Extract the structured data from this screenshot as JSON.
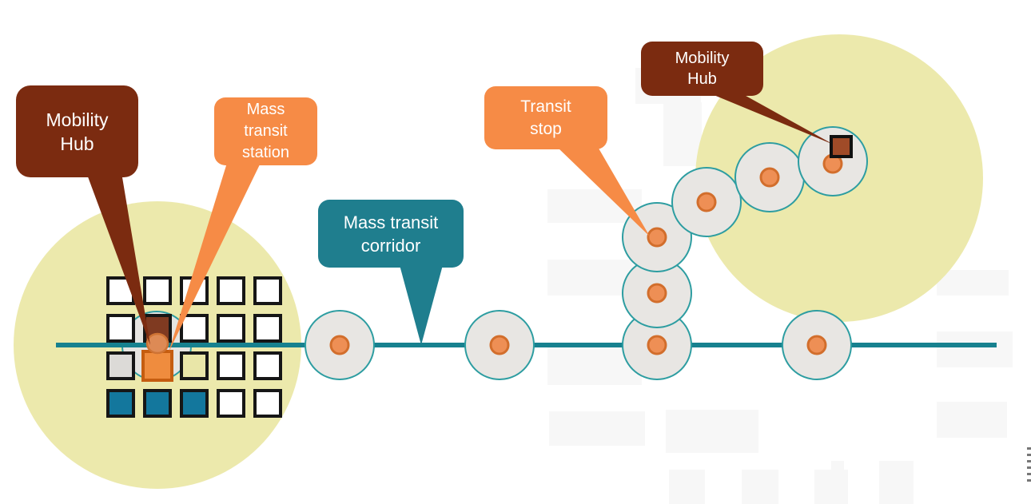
{
  "callouts": {
    "mobility_hub_left": {
      "lines": [
        "Mobility",
        "Hub"
      ]
    },
    "mass_transit_station": {
      "lines": [
        "Mass",
        "transit",
        "station"
      ]
    },
    "mass_transit_corridor": {
      "lines": [
        "Mass transit",
        "corridor"
      ]
    },
    "transit_stop": {
      "lines": [
        "Transit",
        "stop"
      ]
    },
    "mobility_hub_right": {
      "lines": [
        "Mobility",
        "Hub"
      ]
    }
  },
  "colors": {
    "background": "#FFFFFF",
    "mobility_hub_callout": "#7B2B10",
    "transit_orange_callout": "#F68B46",
    "corridor_teal_callout": "#1F7E8E",
    "corridor_line": "#17818F",
    "coverage_area_yellow": "#ECE9AC",
    "stop_circle_fill": "#E8E6E3",
    "stop_circle_outline": "#2D9DA1",
    "stop_dot_fill": "#EE8F55",
    "stop_dot_outline": "#D26E2C",
    "mobility_hub_square": "#7F3A21",
    "mobility_hub_square_right": "#A04B28",
    "mass_transit_station_square": "#EF8C3E",
    "station_square_outline": "#C55D10",
    "grid_square_white": "#FFFFFF",
    "grid_square_gray": "#DCDAD7",
    "grid_square_khaki": "#E9E6A8",
    "grid_square_teal": "#13779D",
    "grid_square_border": "#161616",
    "faint_block": "#F7F7F7"
  },
  "hub_grid": {
    "rows": [
      [
        "white",
        "white",
        "white",
        "white",
        "white"
      ],
      [
        "white",
        "hub",
        "white",
        "white",
        "white"
      ],
      [
        "gray",
        "station",
        "khaki",
        "white",
        "white"
      ],
      [
        "teal",
        "teal",
        "teal",
        "white",
        "white"
      ]
    ]
  }
}
